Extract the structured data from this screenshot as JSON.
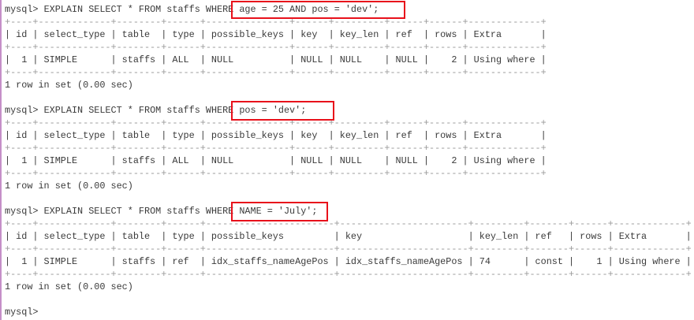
{
  "prompt": "mysql> ",
  "highlight_color": "#e8111b",
  "queries": [
    {
      "command_prefix": "EXPLAIN SELECT * FROM staffs WHERE ",
      "command_condition": "age = 25 AND pos = 'dev';",
      "columns": [
        "id",
        "select_type",
        "table",
        "type",
        "possible_keys",
        "key",
        "key_len",
        "ref",
        "rows",
        "Extra"
      ],
      "rows": [
        [
          "1",
          "SIMPLE",
          "staffs",
          "ALL",
          "NULL",
          "NULL",
          "NULL",
          "NULL",
          "2",
          "Using where"
        ]
      ],
      "footer": "1 row in set (0.00 sec)"
    },
    {
      "command_prefix": "EXPLAIN SELECT * FROM staffs WHERE ",
      "command_condition": "pos = 'dev';",
      "columns": [
        "id",
        "select_type",
        "table",
        "type",
        "possible_keys",
        "key",
        "key_len",
        "ref",
        "rows",
        "Extra"
      ],
      "rows": [
        [
          "1",
          "SIMPLE",
          "staffs",
          "ALL",
          "NULL",
          "NULL",
          "NULL",
          "NULL",
          "2",
          "Using where"
        ]
      ],
      "footer": "1 row in set (0.00 sec)"
    },
    {
      "command_prefix": "EXPLAIN SELECT * FROM staffs WHERE ",
      "command_condition": "NAME = 'July';",
      "columns": [
        "id",
        "select_type",
        "table",
        "type",
        "possible_keys",
        "key",
        "key_len",
        "ref",
        "rows",
        "Extra"
      ],
      "rows": [
        [
          "1",
          "SIMPLE",
          "staffs",
          "ref",
          "idx_staffs_nameAgePos",
          "idx_staffs_nameAgePos",
          "74",
          "const",
          "1",
          "Using where"
        ]
      ],
      "footer": "1 row in set (0.00 sec)"
    }
  ],
  "final_prompt": "mysql> "
}
